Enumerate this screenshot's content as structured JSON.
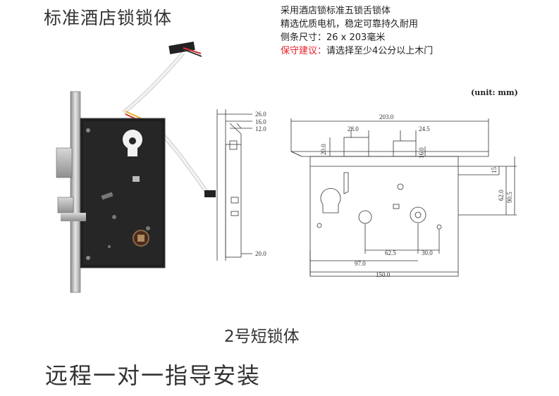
{
  "title": "标准酒店锁锁体",
  "specs": {
    "line1": "采用酒店锁标准五锁舌锁体",
    "line2": "精选优质电机，稳定可靠持久耐用",
    "line3": "侧条尺寸：26 x 203毫米",
    "warn_label": "保守建议：",
    "warn_text": "请选择至少4公分以上木门"
  },
  "unit_label": "(unit: mm)",
  "side_dims": {
    "d1": "26.0",
    "d2": "16.0",
    "d3": "12.0",
    "d4": "20.0"
  },
  "front_dims": {
    "top_width": "203.0",
    "d28": "28.0",
    "d245": "24.5",
    "d20": "20.0",
    "d16": "16.0",
    "d15": "15",
    "d62": "62.0",
    "d905": "90.5",
    "d625": "62.5",
    "d30": "30.0",
    "d97": "97.0",
    "d150": "150.0"
  },
  "caption": "2号短锁体",
  "footer": "远程一对一指导安装"
}
